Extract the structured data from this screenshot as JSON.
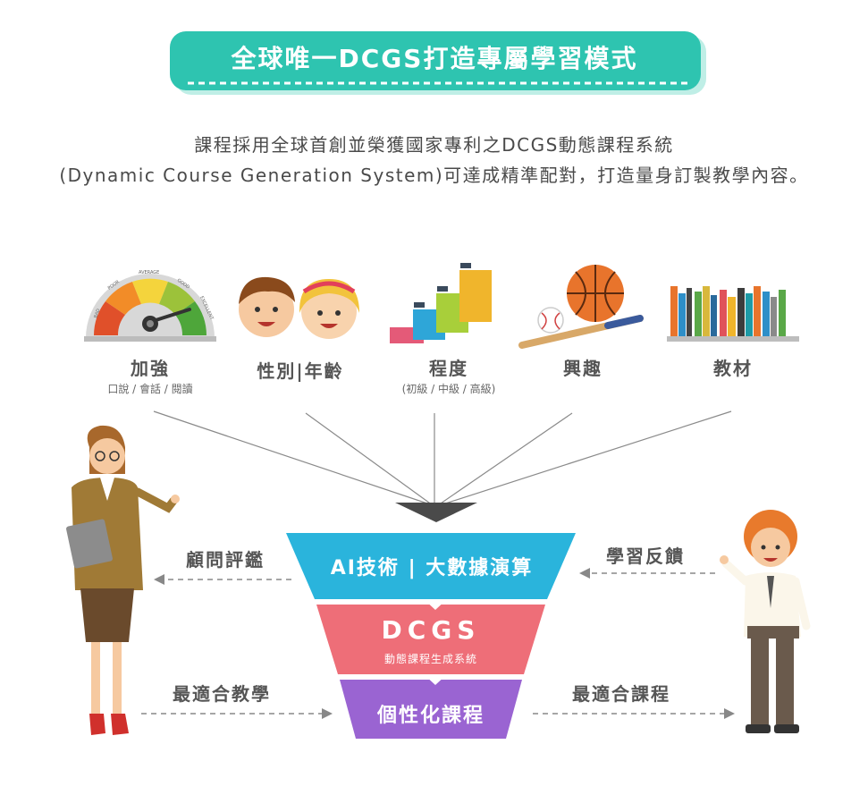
{
  "banner": {
    "title": "全球唯一DCGS打造專屬學習模式"
  },
  "intro": {
    "line1": "課程採用全球首創並榮獲國家專利之DCGS動態課程系統",
    "line2": "(Dynamic Course Generation System)可達成精準配對，打造量身訂製教學內容。"
  },
  "gauge": {
    "ticks": [
      "BAD",
      "POOR",
      "AVERAGE",
      "GOOD",
      "EXCELLENT"
    ]
  },
  "categories": [
    {
      "label": "加強",
      "sub": "口說 / 會話 / 閱讀"
    },
    {
      "label": "性別|年齡",
      "sub": ""
    },
    {
      "label": "程度",
      "sub": "(初級 / 中級 / 高級)"
    },
    {
      "label": "興趣",
      "sub": ""
    },
    {
      "label": "教材",
      "sub": ""
    }
  ],
  "funnel": {
    "top": "AI技術 | 大數據演算",
    "middle_title": "DCGS",
    "middle_sub": "動態課程生成系統",
    "bottom": "個性化課程"
  },
  "flows": {
    "left_top": "顧問評鑑",
    "right_top": "學習反饋",
    "left_bottom": "最適合教學",
    "right_bottom": "最適合課程"
  },
  "colors": {
    "banner": "#2ec4b0",
    "funnel_top": "#2ab4dc",
    "funnel_middle": "#ee6e78",
    "funnel_bottom": "#9a64d2"
  }
}
